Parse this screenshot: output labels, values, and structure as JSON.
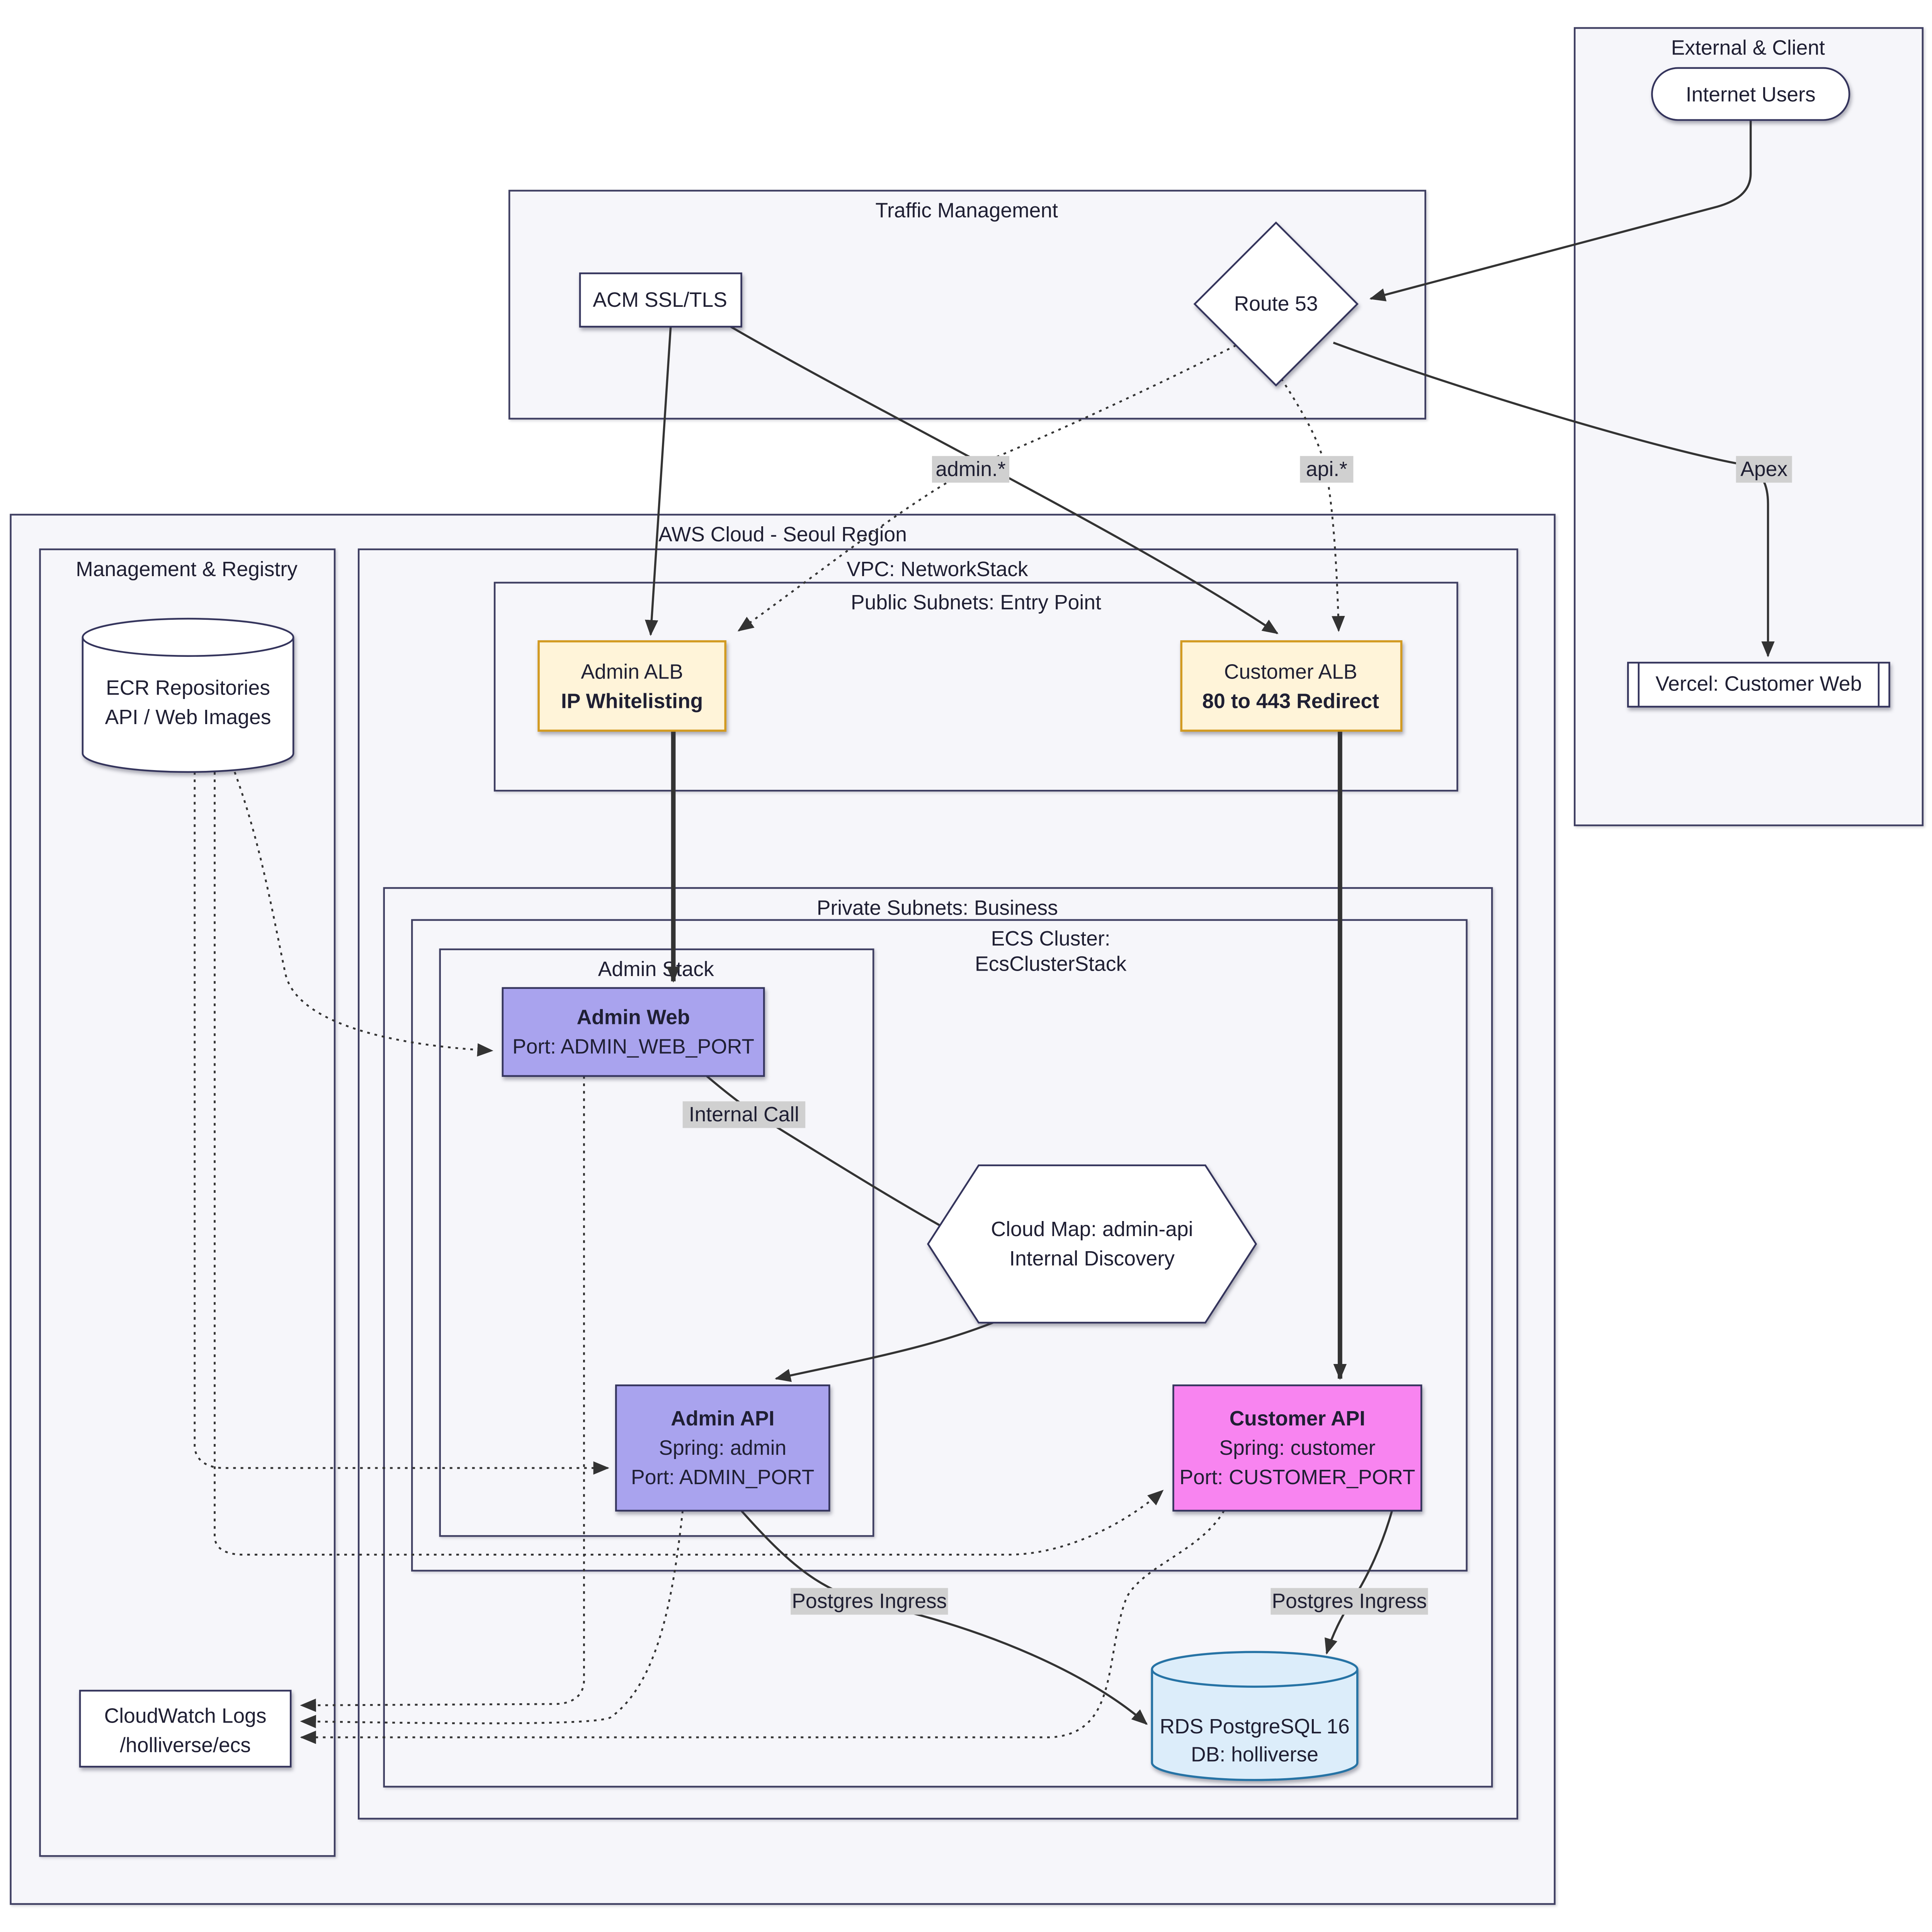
{
  "groups": {
    "external": "External & Client",
    "traffic": "Traffic Management",
    "aws": "AWS Cloud - Seoul Region",
    "management": "Management & Registry",
    "vpc": "VPC: NetworkStack",
    "public_subnets": "Public Subnets: Entry Point",
    "private_subnets": "Private Subnets: Business",
    "ecs_cluster": [
      "ECS Cluster:",
      "EcsClusterStack"
    ],
    "admin_stack": "Admin Stack"
  },
  "nodes": {
    "internet_users": {
      "lines": [
        "Internet Users"
      ]
    },
    "route53": {
      "lines": [
        "Route 53"
      ]
    },
    "acm": {
      "lines": [
        "ACM SSL/TLS"
      ]
    },
    "vercel": {
      "lines": [
        "Vercel: Customer Web"
      ]
    },
    "admin_alb": {
      "lines": [
        "Admin ALB",
        "IP Whitelisting"
      ]
    },
    "customer_alb": {
      "lines": [
        "Customer ALB",
        "80 to 443 Redirect"
      ]
    },
    "ecr": {
      "lines": [
        "ECR Repositories",
        "API / Web Images"
      ]
    },
    "cloudwatch": {
      "lines": [
        "CloudWatch Logs",
        "/holliverse/ecs"
      ]
    },
    "admin_web": {
      "lines": [
        "Admin Web",
        "Port: ADMIN_WEB_PORT"
      ]
    },
    "admin_api": {
      "lines": [
        "Admin API",
        "Spring: admin",
        "Port: ADMIN_PORT"
      ]
    },
    "customer_api": {
      "lines": [
        "Customer API",
        "Spring: customer",
        "Port: CUSTOMER_PORT"
      ]
    },
    "cloud_map": {
      "lines": [
        "Cloud Map: admin-api",
        "Internal Discovery"
      ]
    },
    "rds": {
      "lines": [
        "RDS PostgreSQL 16",
        "DB: holliverse"
      ]
    }
  },
  "edge_labels": {
    "admin_subdomain": "admin.*",
    "api_subdomain": "api.*",
    "apex": "Apex",
    "internal_call": "Internal Call",
    "postgres_ingress_admin": "Postgres Ingress",
    "postgres_ingress_customer": "Postgres Ingress"
  },
  "colors": {
    "alb_fill": "#fff4d9",
    "alb_border": "#d29a21",
    "admin_fill": "#a9a3ee",
    "customer_fill": "#f884f0",
    "service_border": "#34345c",
    "rds_fill": "#dcedfa",
    "rds_border": "#2673a5",
    "group_fill": "#f6f6fa",
    "group_border": "#3f3f62",
    "node_fill": "#ffffff",
    "edge_color": "#333333",
    "edge_label_bg": "#d0d0d0"
  }
}
